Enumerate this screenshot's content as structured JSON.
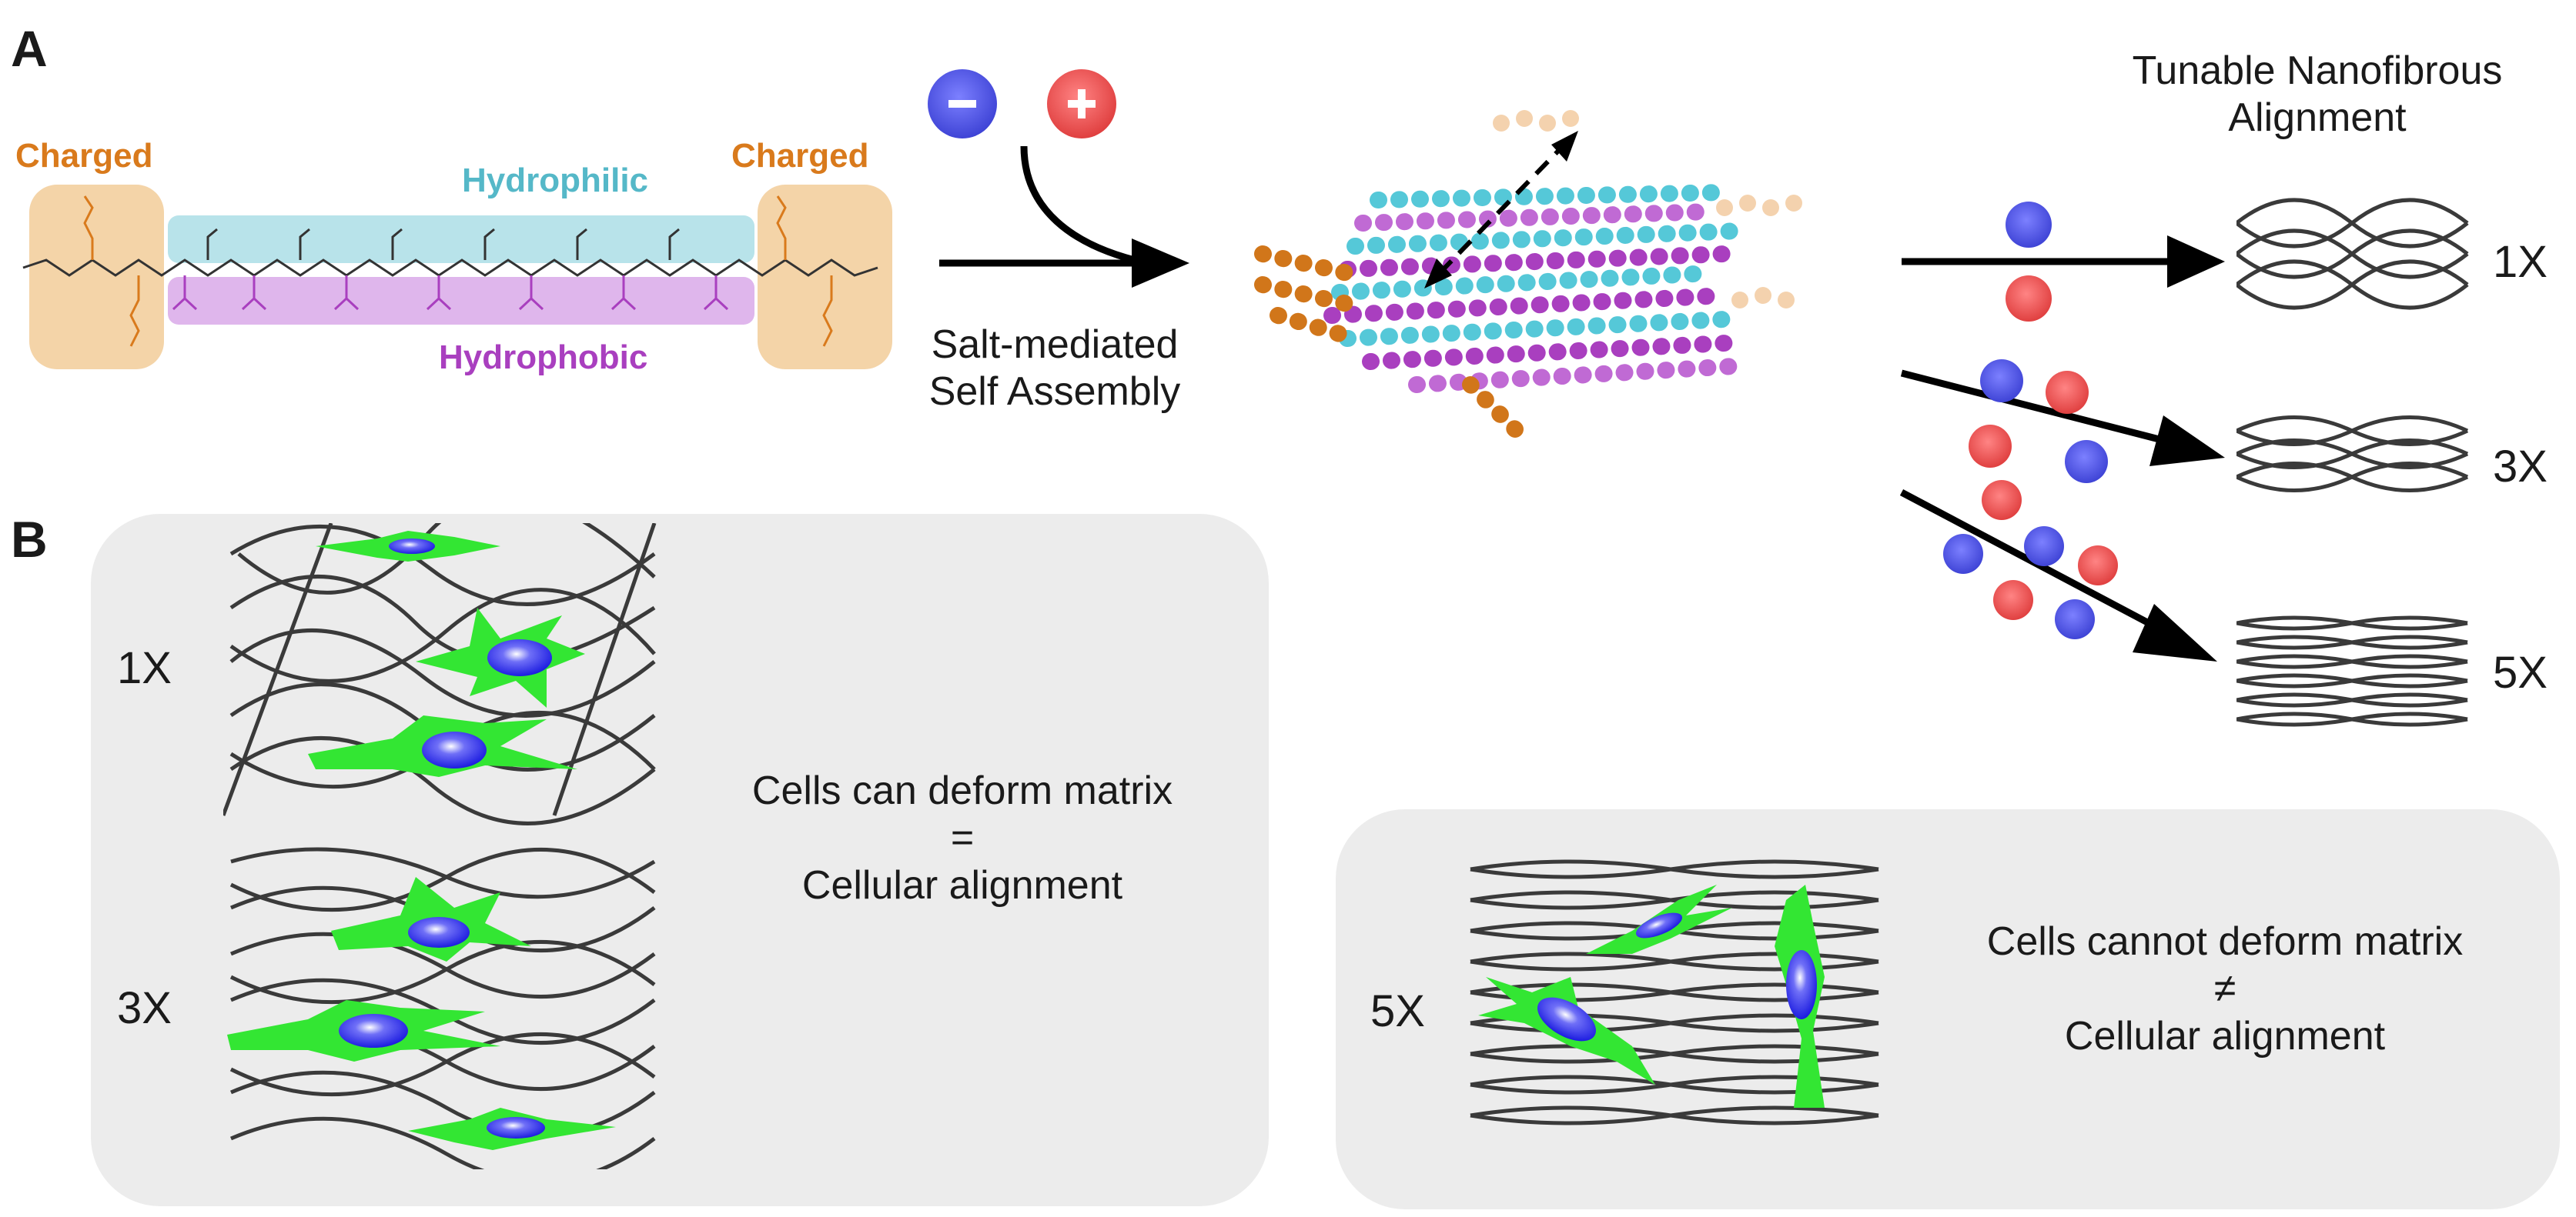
{
  "panels": {
    "a": "A",
    "b": "B"
  },
  "peptide": {
    "charged_left": "Charged",
    "charged_right": "Charged",
    "hydrophilic": "Hydrophilic",
    "hydrophobic": "Hydrophobic"
  },
  "ions": {
    "negative": "-",
    "positive": "+"
  },
  "assembly": {
    "line1": "Salt-mediated",
    "line2": "Self Assembly"
  },
  "tunable": {
    "line1": "Tunable Nanofibrous",
    "line2": "Alignment"
  },
  "multipliers": {
    "x1": "1X",
    "x3": "3X",
    "x5": "5X"
  },
  "box_deform": {
    "line1": "Cells can deform matrix",
    "line2": "=",
    "line3": "Cellular alignment",
    "row1": "1X",
    "row2": "3X"
  },
  "box_nodeform": {
    "line1": "Cells cannot deform matrix",
    "line2": "≠",
    "line3": "Cellular alignment",
    "row1": "5X"
  },
  "colors": {
    "charged": "#d97a1c",
    "hydrophilic": "#55b8c8",
    "hydrophobic": "#a93fbf",
    "neg_ion": "#4a4fe0",
    "pos_ion": "#e84848",
    "cell": "#33e633",
    "nucleus": "#1d1de0",
    "fiber": "#3a3a3a"
  }
}
